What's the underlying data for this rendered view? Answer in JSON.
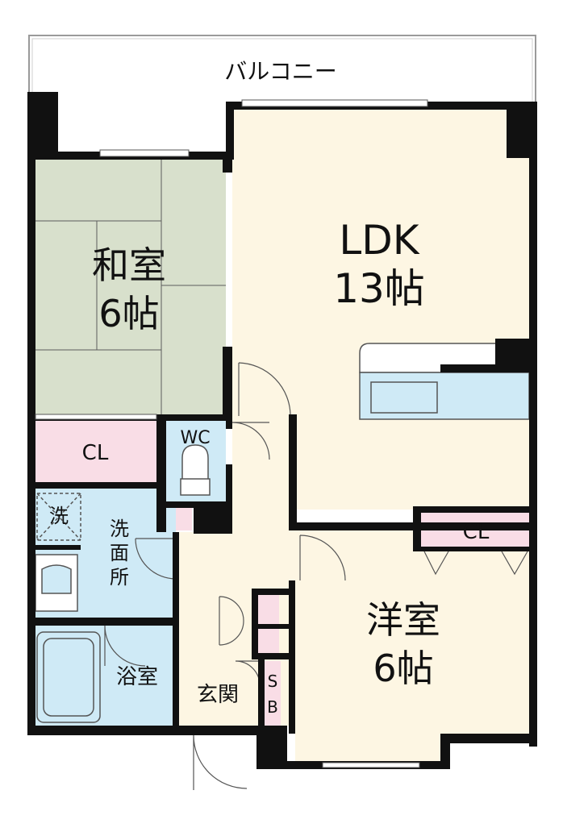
{
  "floor_plan": {
    "balcony_label": "バルコニー",
    "rooms": {
      "washitsu": {
        "name": "和室",
        "size": "6帖"
      },
      "ldk": {
        "name": "LDK",
        "size": "13帖"
      },
      "youshitsu": {
        "name": "洋室",
        "size": "6帖"
      },
      "closet_washitsu": {
        "name": "CL"
      },
      "closet_youshitsu": {
        "name": "CL"
      },
      "toilet": {
        "name": "WC"
      },
      "laundry": {
        "name": "洗"
      },
      "washroom": {
        "name": "洗\n面\n所",
        "lines": [
          "洗",
          "面",
          "所"
        ]
      },
      "bathroom": {
        "name": "浴室"
      },
      "entrance": {
        "name": "玄関"
      },
      "shoe_box": {
        "name": "SB",
        "lines": [
          "S",
          "B"
        ]
      }
    },
    "colors": {
      "wall": "#111111",
      "washitsu_fill": "#d8e0cc",
      "living_fill": "#fdf6e3",
      "closet_fill": "#f9dde6",
      "wet_area_fill": "#cfeaf6",
      "counter_fill": "#ffffff"
    }
  }
}
